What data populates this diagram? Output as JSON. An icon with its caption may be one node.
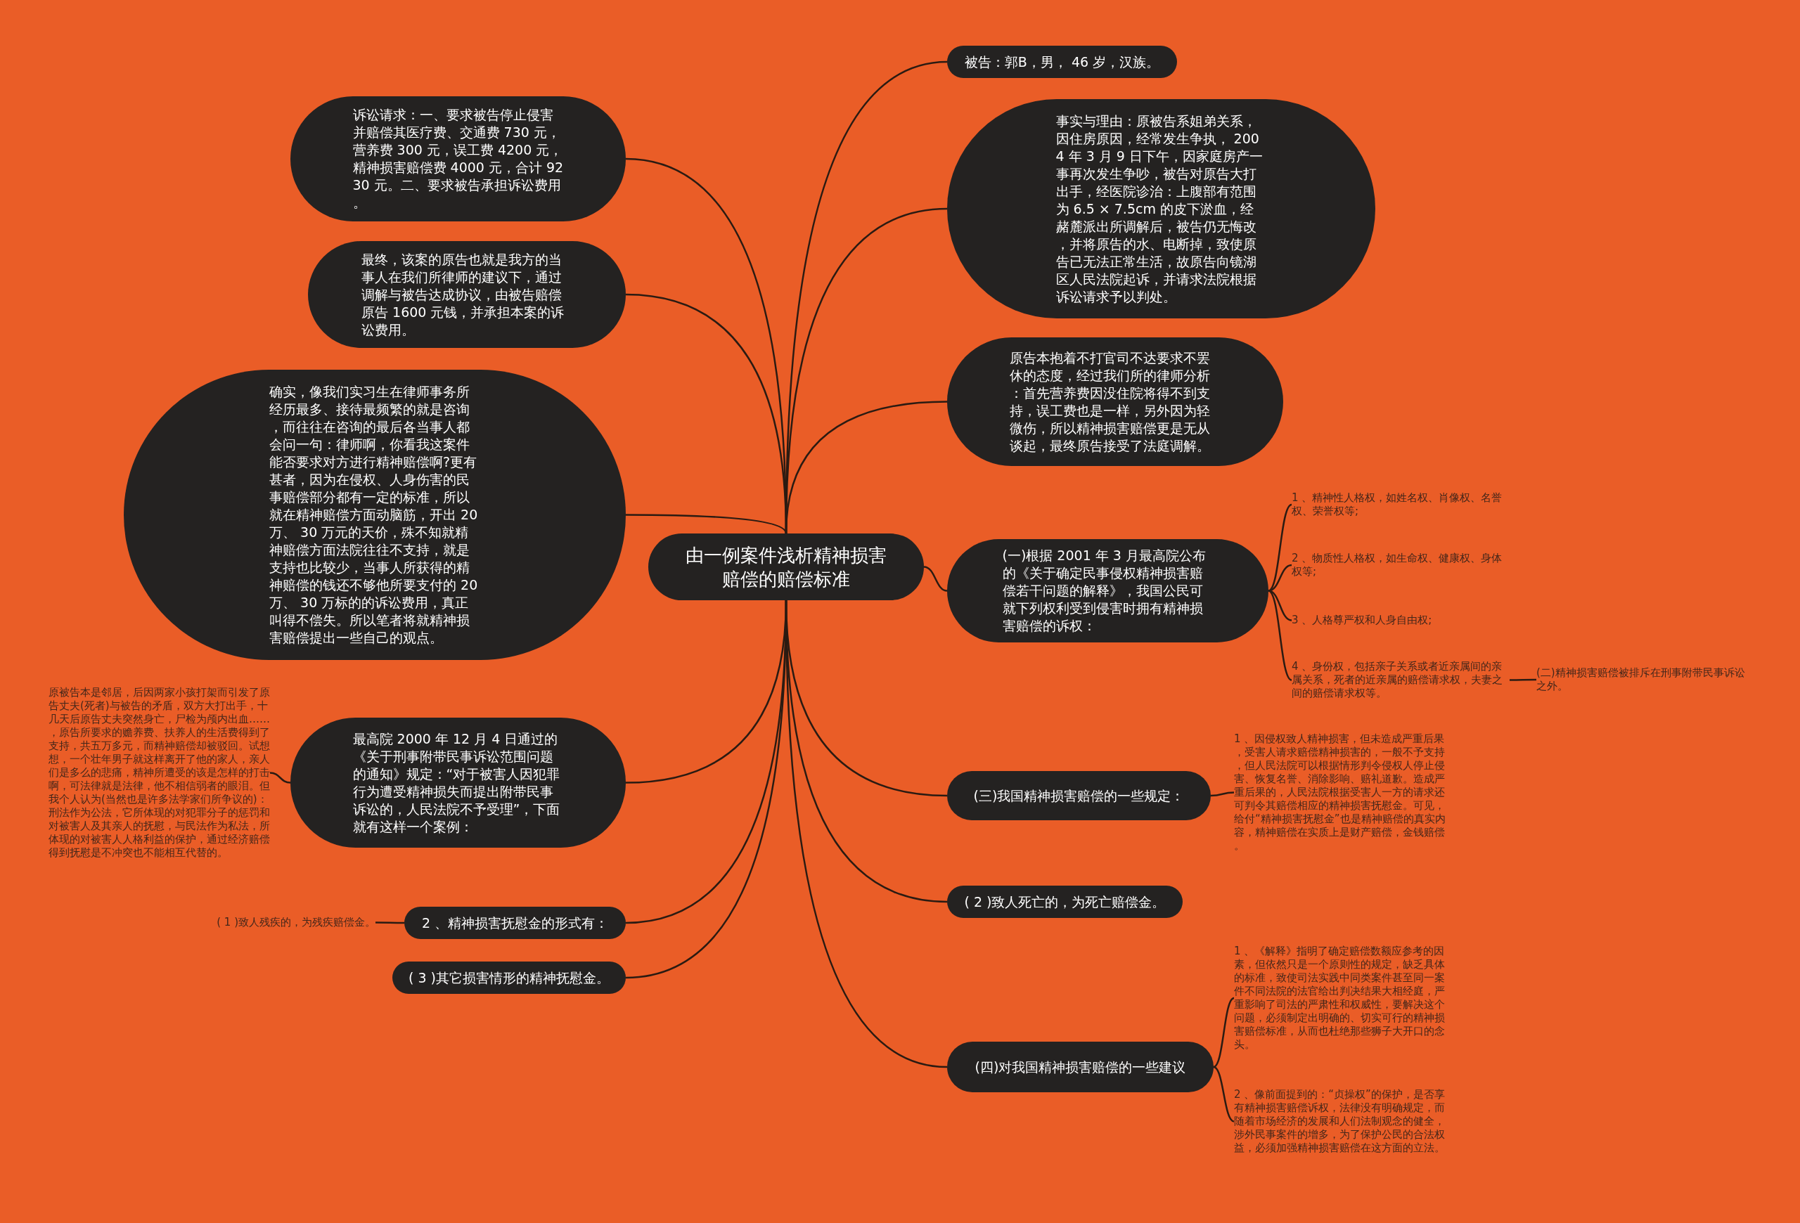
{
  "diagram": {
    "nodes": [
      {
        "text": [
          "由一例案件浅析精神损害赔偿的赔偿标准"
        ]
      },
      {
        "text": [
          "被告：郭B，男， 46 岁，汉族。"
        ]
      },
      {
        "text": [
          "事实与理由：原被告系姐弟关系，因住房原因，经常发生争执， 2004 年 3 月 9 日下午，因家庭房产一事再次发生争吵，被告对原告大打出手，经医院诊治：上腹部有范围为 6.5 × 7.5cm 的皮下淤血，经赭麓派出所调解后，被告仍无悔改，并将原告的水、电断掉，致使原告已无法正常生活，故原告向镜湖区人民法院起诉，并请求法院根据诉讼请求予以判处。"
        ]
      },
      {
        "text": [
          "原告本抱着不打官司不达要求不罢休的态度，经过我们所的律师分析：首先营养费因没住院将得不到支持，误工费也是一样，另外因为轻微伤，所以精神损害赔偿更是无从谈起，最终原告接受了法庭调解。"
        ]
      },
      {
        "text": [
          "(一)根据 2001 年 3 月最高院公布的《关于确定民事侵权精神损害赔偿若干问题的解释》，我国公民可就下列权利受到侵害时拥有精神损害赔偿的诉权："
        ]
      },
      {
        "text": [
          "1 、精神性人格权，如姓名权、肖像权、名誉权、荣誉权等;"
        ]
      },
      {
        "text": [
          "2 、物质性人格权，如生命权、健康权、身体权等;"
        ]
      },
      {
        "text": [
          "3 、人格尊严权和人身自由权;"
        ]
      },
      {
        "text": [
          "4 、身份权，包括亲子关系或者近亲属间的亲属关系，死者的近亲属的赔偿请求权，夫妻之间的赔偿请求权等。"
        ]
      },
      {
        "text": [
          "(二)精神损害赔偿被排斥在刑事附带民事诉讼之外。"
        ]
      },
      {
        "text": [
          "(三)我国精神损害赔偿的一些规定："
        ]
      },
      {
        "text": [
          "1 、因侵权致人精神损害，但未造成严重后果，受害人请求赔偿精神损害的，一般不予支持，但人民法院可以根据情形判令侵权人停止侵害、恢复名誉、消除影响、赔礼道歉。造成严重后果的，人民法院根据受害人一方的请求还可判令其赔偿相应的精神损害抚慰金。可见，给付“精神损害抚慰金”也是精神赔偿的真实内容，精神赔偿在实质上是财产赔偿，金钱赔偿。"
        ]
      },
      {
        "text": [
          "( 2 )致人死亡的，为死亡赔偿金。"
        ]
      },
      {
        "text": [
          "(四)对我国精神损害赔偿的一些建议"
        ]
      },
      {
        "text": [
          "1 、《解释》指明了确定赔偿数额应参考的因素，但依然只是一个原则性的规定，缺乏具体的标准，致使司法实践中同类案件甚至同一案件不同法院的法官给出判决结果大相经庭，严重影响了司法的严肃性和权威性，要解决这个问题，必须制定出明确的、切实可行的精神损害赔偿标准，从而也杜绝那些狮子大开口的念头。"
        ]
      },
      {
        "text": [
          "2 、像前面提到的：“贞操权”的保护，是否享有精神损害赔偿诉权，法律没有明确规定，而随着市场经济的发展和人们法制观念的健全，涉外民事案件的增多，为了保护公民的合法权益，必须加强精神损害赔偿在这方面的立法。"
        ]
      },
      {
        "text": [
          "诉讼请求：一、要求被告停止侵害并赔偿其医疗费、交通费 730 元，营养费 300 元，误工费 4200 元，精神损害赔偿费 4000 元，合计 9230 元。二、要求被告承担诉讼费用。"
        ]
      },
      {
        "text": [
          "最终，该案的原告也就是我方的当事人在我们所律师的建议下，通过调解与被告达成协议，由被告赔偿原告 1600 元钱，并承担本案的诉讼费用。"
        ]
      },
      {
        "text": [
          "确实，像我们实习生在律师事务所经历最多、接待最频繁的就是咨询，而往往在咨询的最后各当事人都会问一句：律师啊，你看我这案件能否要求对方进行精神赔偿啊?更有甚者，因为在侵权、人身伤害的民事赔偿部分都有一定的标准，所以就在精神赔偿方面动脑筋，开出 20 万、 30 万元的天价，殊不知就精神赔偿方面法院往往不支持，就是支持也比较少，当事人所获得的精神赔偿的钱还不够他所要支付的 20 万、 30 万标的的诉讼费用，真正叫得不偿失。所以笔者将就精神损害赔偿提出一些自己的观点。"
        ]
      },
      {
        "text": [
          "最高院 2000 年 12 月 4 日通过的《关于刑事附带民事诉讼范围问题的通知》规定：“对于被害人因犯罪行为遭受精神损失而提出附带民事诉讼的，人民法院不予受理”，下面就有这样一个案例："
        ]
      },
      {
        "text": [
          "原被告本是邻居，后因两家小孩打架而引发了原告丈夫(死者)与被告的矛盾，双方大打出手，十几天后原告丈夫突然身亡，尸检为颅内出血……，原告所要求的赡养费、扶养人的生活费得到了支持，共五万多元，而精神赔偿却被驳回。试想想，一个壮年男子就这样离开了他的家人，亲人们是多么的悲痛，精神所遭受的该是怎样的打击啊，可法律就是法律，他不相信弱者的眼泪。但我个人认为(当然也是许多法学家们所争议的)：刑法作为公法，它所体现的对犯罪分子的惩罚和对被害人及其亲人的抚慰，与民法作为私法，所体现的对被害人人格利益的保护，通过经济赔偿得到抚慰是不冲突也不能相互代替的。"
        ]
      },
      {
        "text": [
          "2 、精神损害抚慰金的形式有："
        ]
      },
      {
        "text": [
          "( 1 )致人残疾的，为残疾赔偿金。"
        ]
      },
      {
        "text": [
          "( 3 )其它损害情形的精神抚慰金。"
        ]
      }
    ],
    "edges": [
      {
        "from": 0,
        "to": 1,
        "arrow": "none"
      },
      {
        "from": 0,
        "to": 2,
        "arrow": "none"
      },
      {
        "from": 0,
        "to": 3,
        "arrow": "none"
      },
      {
        "from": 0,
        "to": 4,
        "arrow": "none"
      },
      {
        "from": 4,
        "to": 5,
        "arrow": "none"
      },
      {
        "from": 4,
        "to": 6,
        "arrow": "none"
      },
      {
        "from": 4,
        "to": 7,
        "arrow": "none"
      },
      {
        "from": 4,
        "to": 8,
        "arrow": "none"
      },
      {
        "from": 8,
        "to": 9,
        "arrow": "none"
      },
      {
        "from": 0,
        "to": 10,
        "arrow": "none"
      },
      {
        "from": 10,
        "to": 11,
        "arrow": "none"
      },
      {
        "from": 0,
        "to": 12,
        "arrow": "none"
      },
      {
        "from": 0,
        "to": 13,
        "arrow": "none"
      },
      {
        "from": 13,
        "to": 14,
        "arrow": "none"
      },
      {
        "from": 13,
        "to": 15,
        "arrow": "none"
      },
      {
        "from": 0,
        "to": 16,
        "arrow": "none"
      },
      {
        "from": 0,
        "to": 17,
        "arrow": "none"
      },
      {
        "from": 0,
        "to": 18,
        "arrow": "none"
      },
      {
        "from": 0,
        "to": 19,
        "arrow": "none"
      },
      {
        "from": 19,
        "to": 20,
        "arrow": "none"
      },
      {
        "from": 0,
        "to": 21,
        "arrow": "none"
      },
      {
        "from": 21,
        "to": 22,
        "arrow": "none"
      },
      {
        "from": 0,
        "to": 23,
        "arrow": "none"
      }
    ]
  }
}
